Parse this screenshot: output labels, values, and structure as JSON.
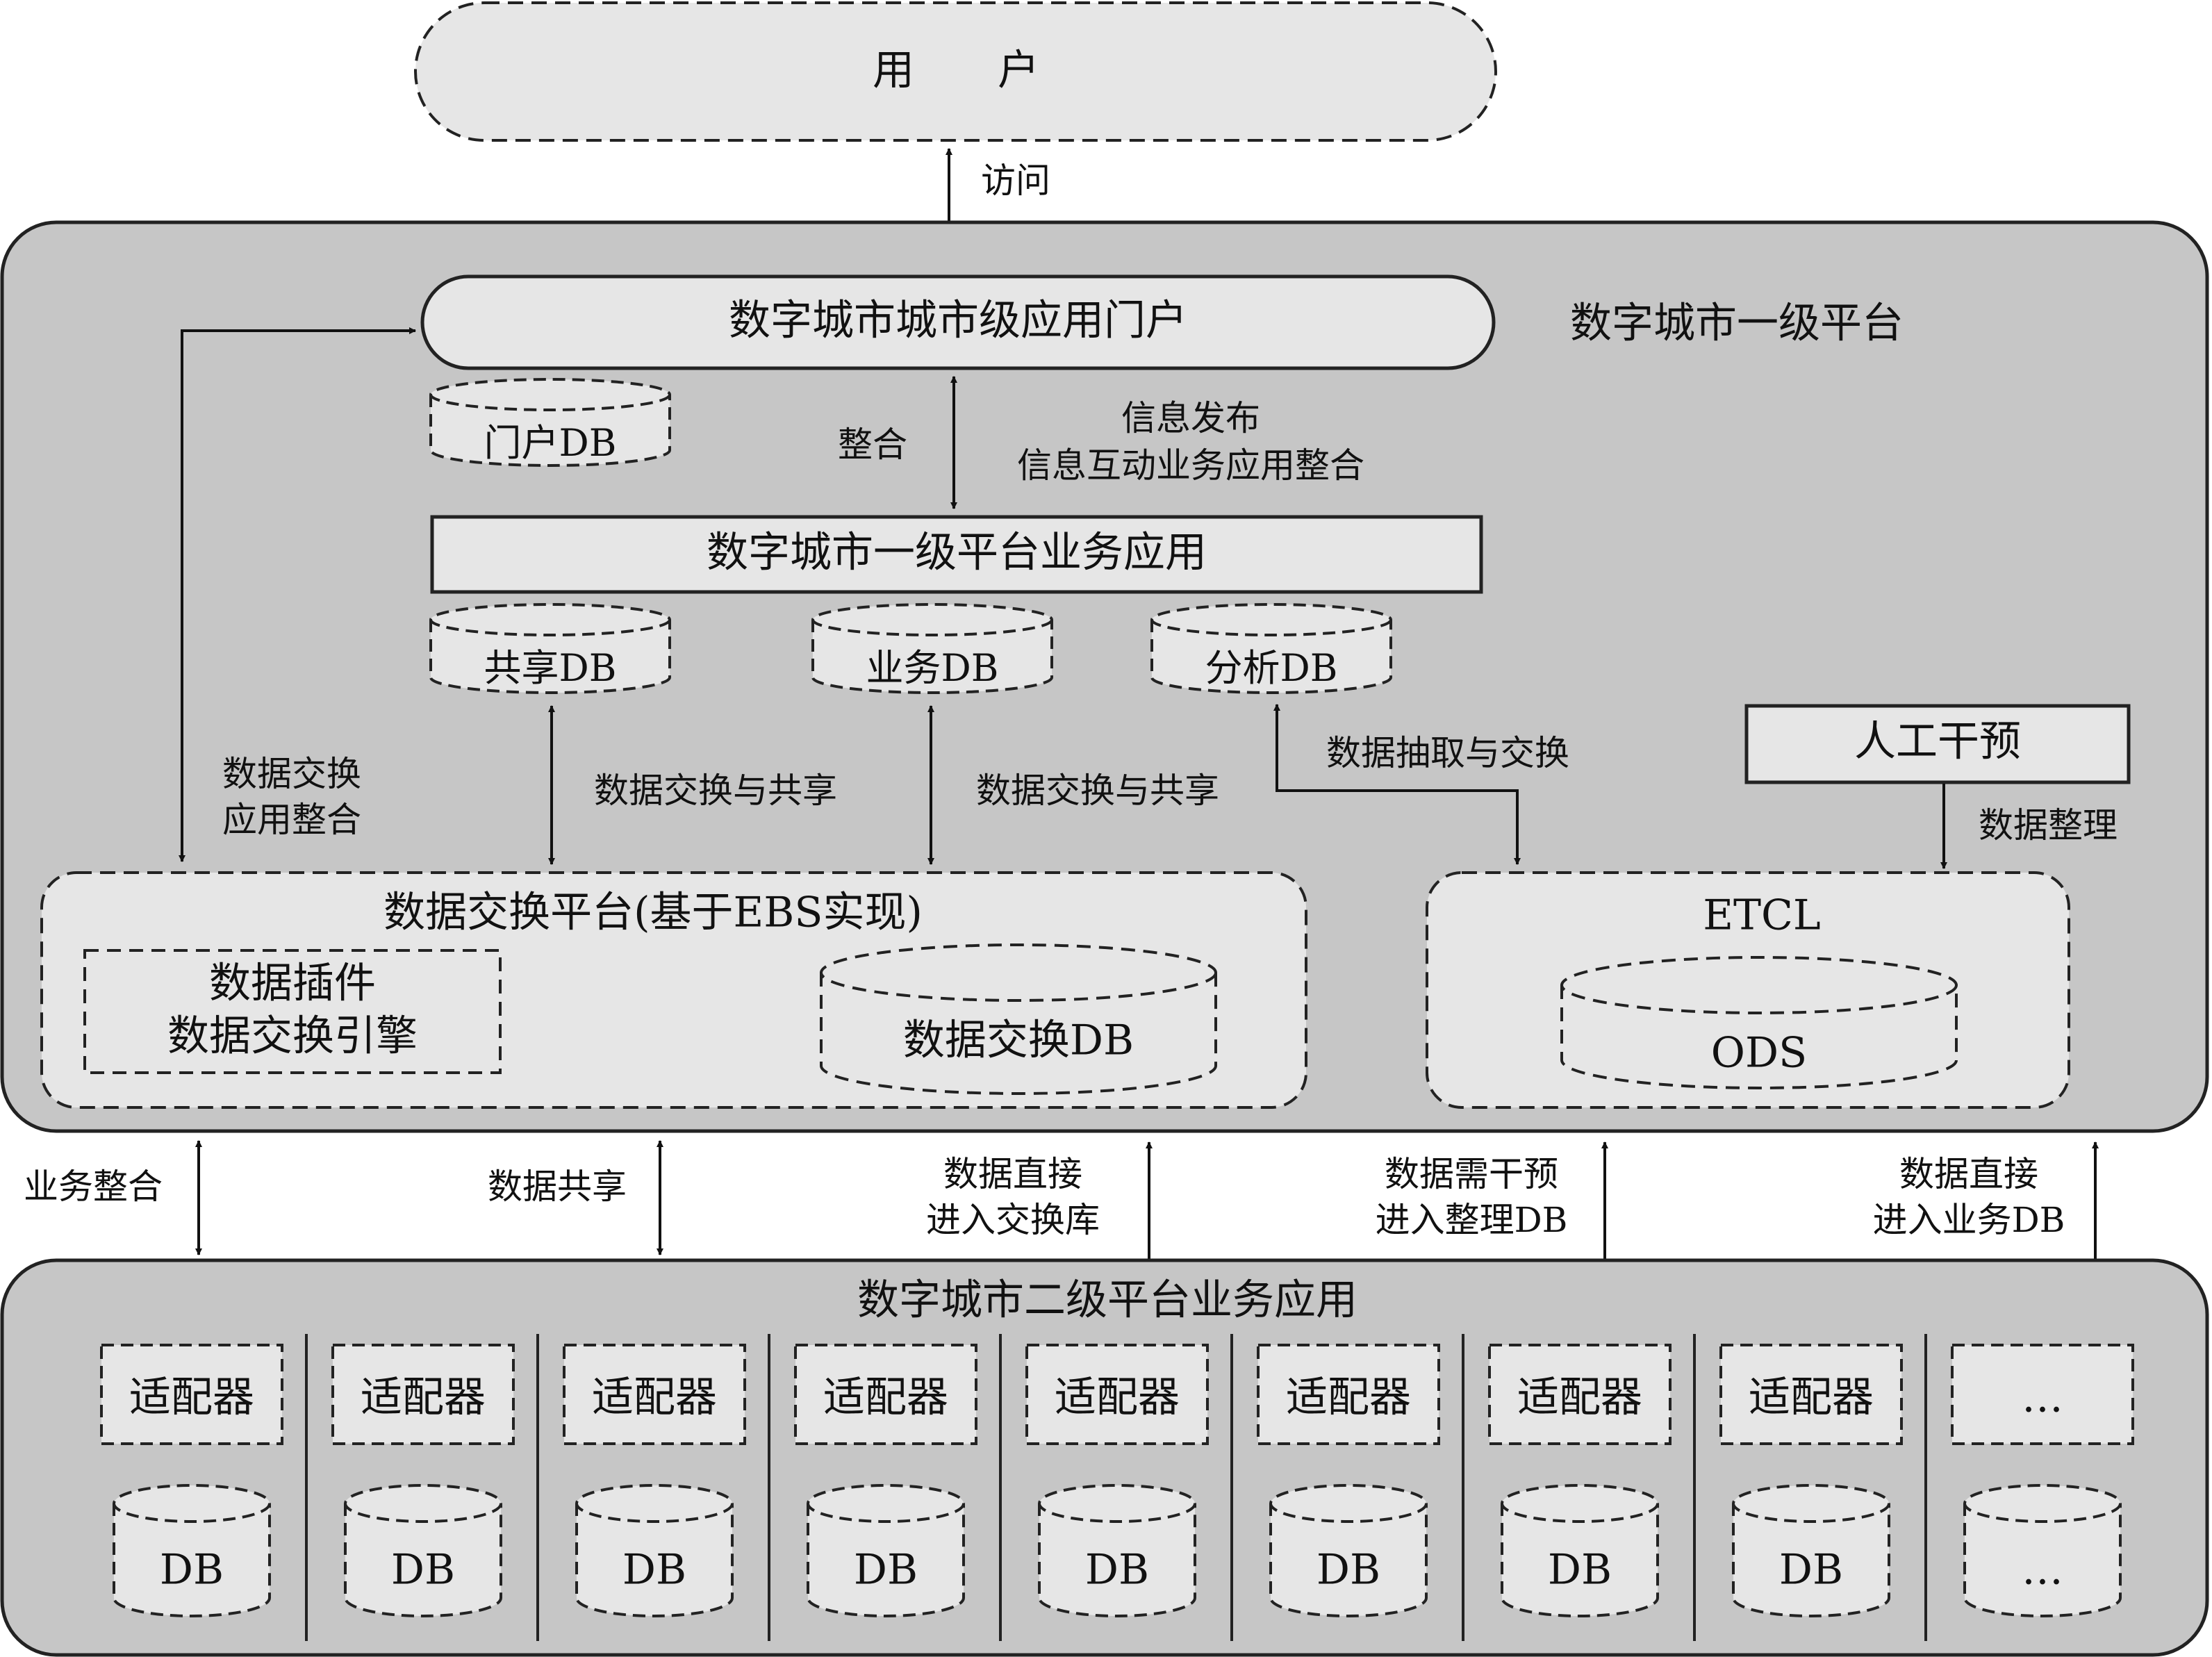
{
  "user": {
    "label": "用　　户"
  },
  "access_label": "访问",
  "level1": {
    "title": "数字城市一级平台",
    "portal": "数字城市城市级应用门户",
    "portal_db": "门户DB",
    "integrate_label": "整合",
    "publish_line1": "信息发布",
    "publish_line2": "信息互动业务应用整合",
    "business_app": "数字城市一级平台业务应用",
    "share_db": "共享DB",
    "business_db": "业务DB",
    "analysis_db": "分析DB",
    "exchange_app_line1": "数据交换",
    "exchange_app_line2": "应用整合",
    "exchange_share_1": "数据交换与共享",
    "exchange_share_2": "数据交换与共享",
    "extract_exchange": "数据抽取与交换",
    "manual": "人工干预",
    "data_cleanup": "数据整理",
    "exchange_platform": {
      "title": "数据交换平台(基于EBS实现)",
      "engine_line1": "数据插件",
      "engine_line2": "数据交换引擎",
      "exchange_db": "数据交换DB"
    },
    "etcl": {
      "title": "ETCL",
      "ods": "ODS"
    }
  },
  "links": {
    "business_integration": "业务整合",
    "data_sharing": "数据共享",
    "direct_exchange_line1": "数据直接",
    "direct_exchange_line2": "进入交换库",
    "needs_intervention_line1": "数据需干预",
    "needs_intervention_line2": "进入整理DB",
    "direct_business_line1": "数据直接",
    "direct_business_line2": "进入业务DB"
  },
  "level2": {
    "title": "数字城市二级平台业务应用",
    "columns": [
      {
        "adapter": "适配器",
        "db": "DB"
      },
      {
        "adapter": "适配器",
        "db": "DB"
      },
      {
        "adapter": "适配器",
        "db": "DB"
      },
      {
        "adapter": "适配器",
        "db": "DB"
      },
      {
        "adapter": "适配器",
        "db": "DB"
      },
      {
        "adapter": "适配器",
        "db": "DB"
      },
      {
        "adapter": "适配器",
        "db": "DB"
      },
      {
        "adapter": "适配器",
        "db": "DB"
      },
      {
        "adapter": "…",
        "db": "…"
      }
    ]
  },
  "colors": {
    "outer_fill": "#c6c6c6",
    "inner_fill": "#e6e6e6",
    "stroke": "#222222"
  }
}
